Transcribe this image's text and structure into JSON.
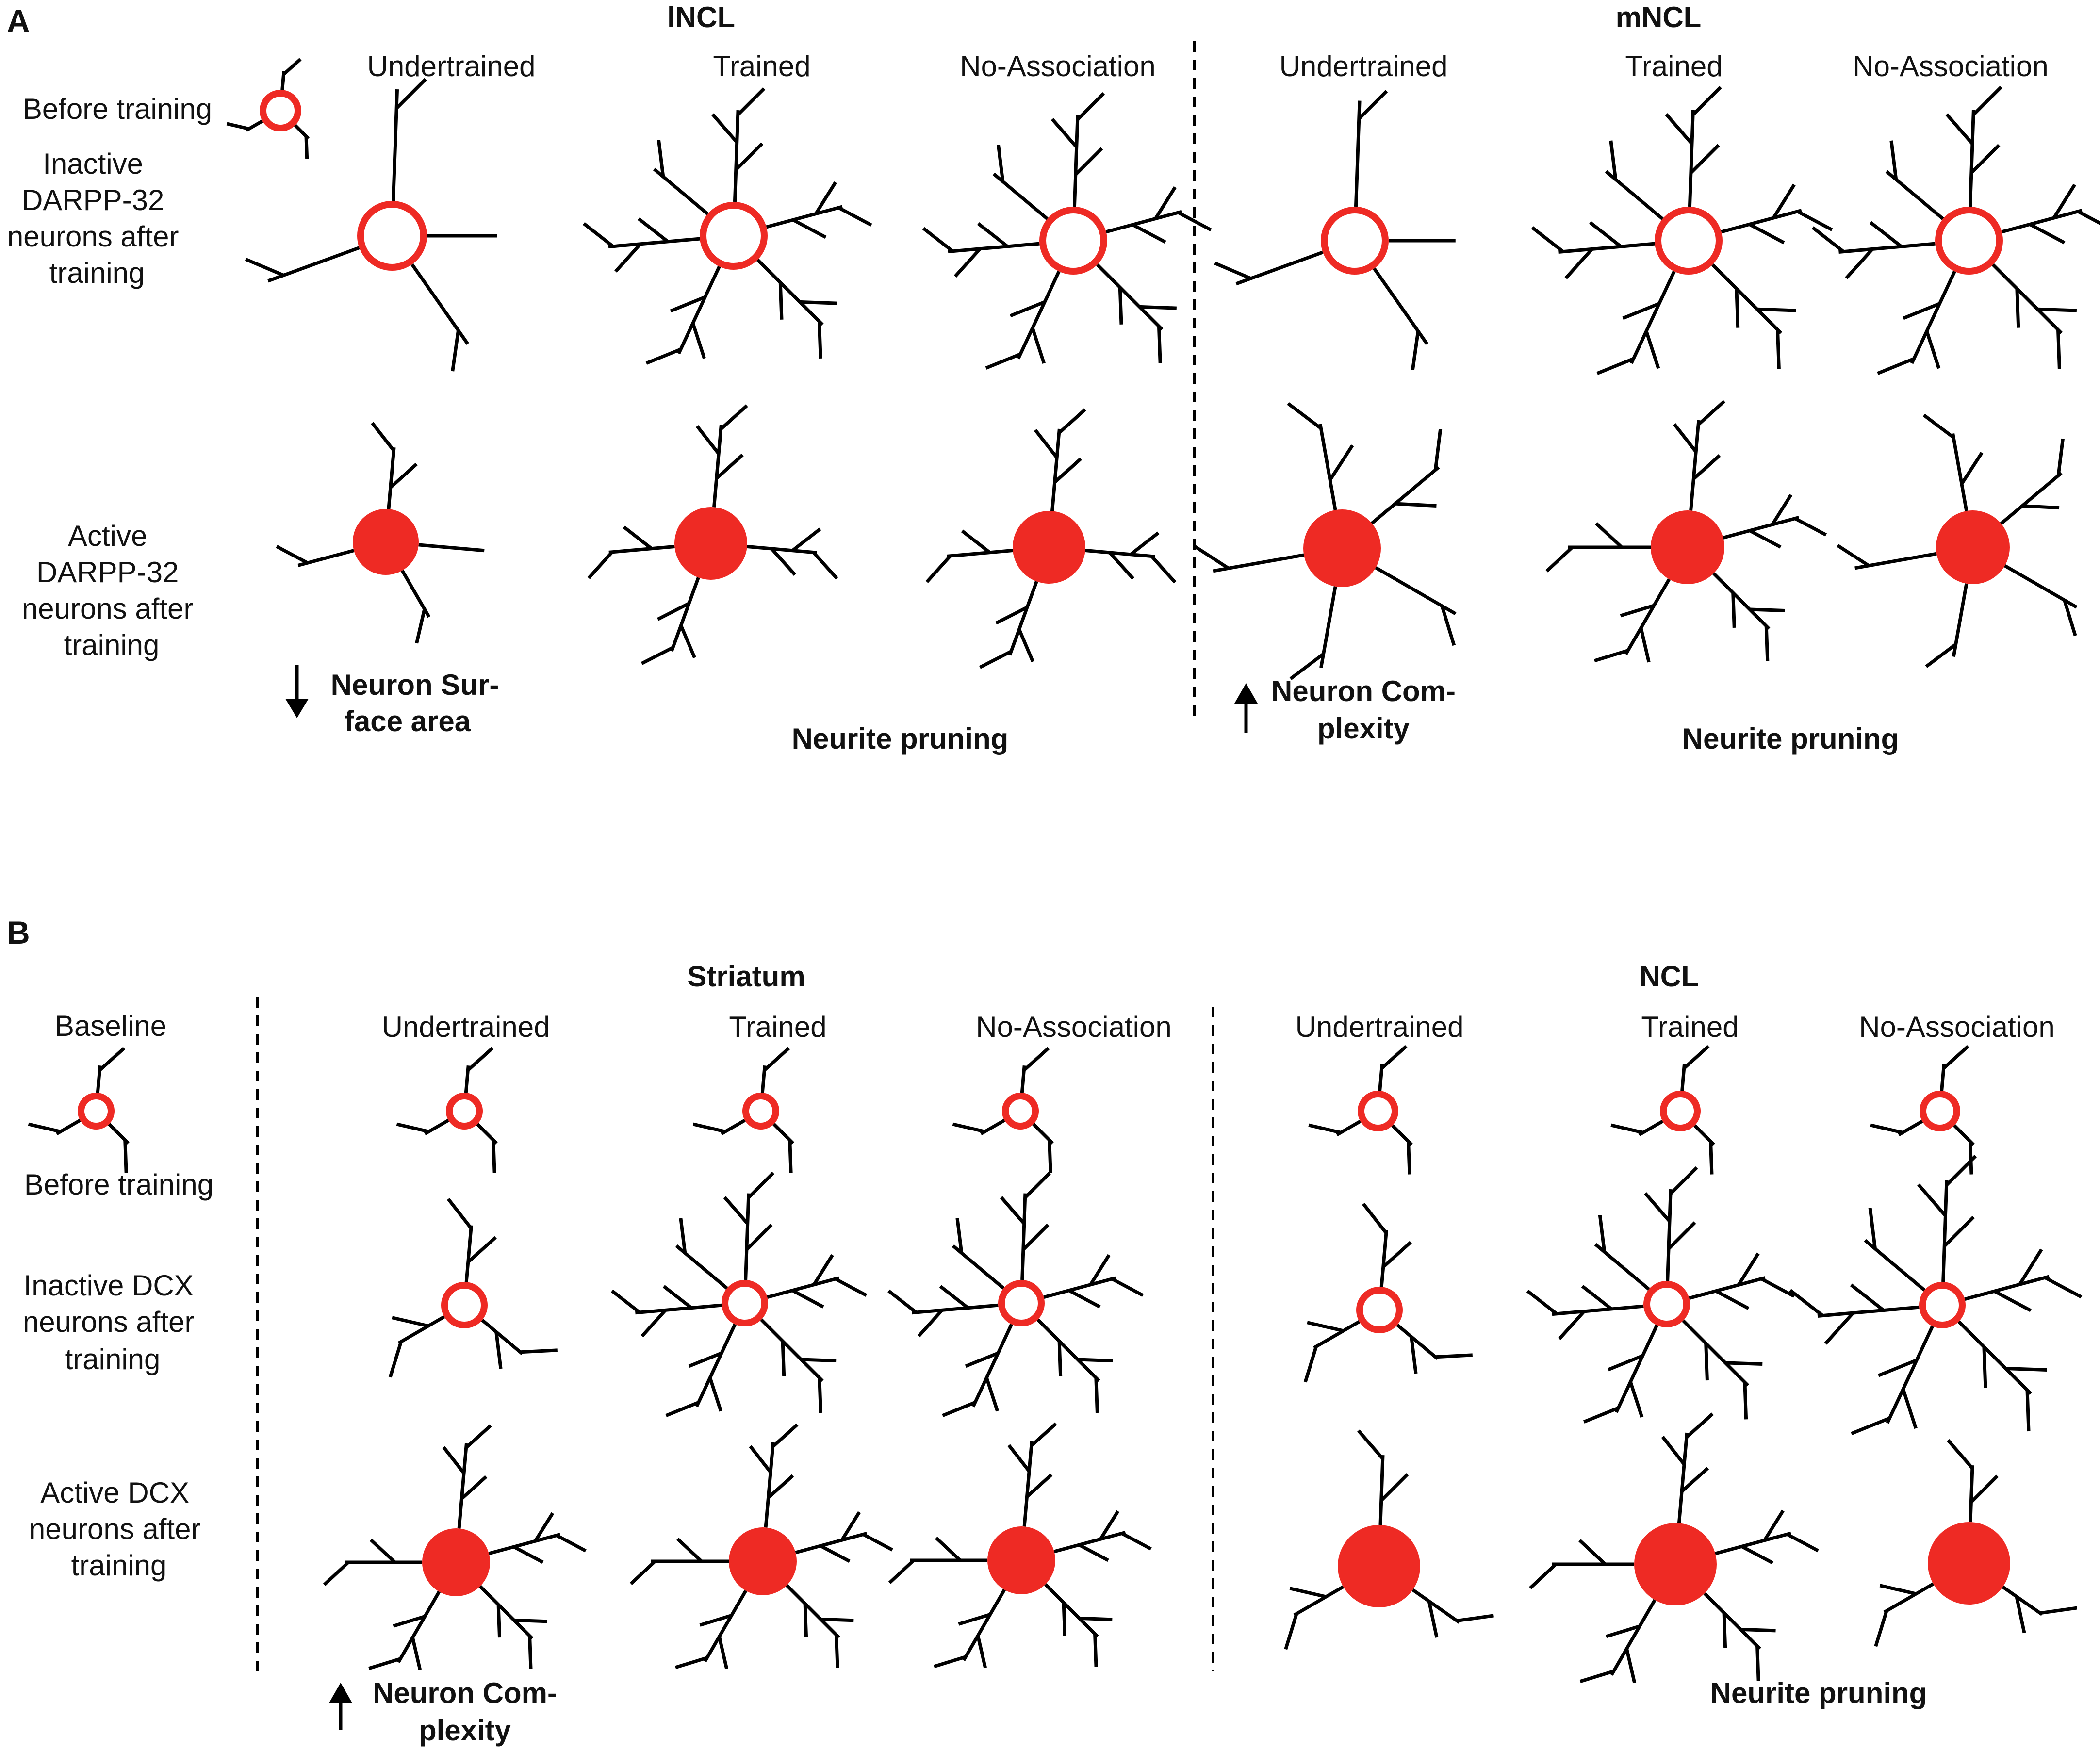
{
  "colors": {
    "neuron_red": "#ee2a24",
    "neurite": "#000000",
    "divider": "#000000"
  },
  "panelA": {
    "letter": "A",
    "region1": "lNCL",
    "region2": "mNCL",
    "col_labels": {
      "c1": "Undertrained",
      "c2": "Trained",
      "c3": "No-Association",
      "c4": "Undertrained",
      "c5": "Trained",
      "c6": "No-Association"
    },
    "legend_before": "Before training",
    "row_inactive": [
      "Inactive",
      "DARPP-32",
      "neurons after",
      "training"
    ],
    "row_active": [
      "Active",
      "DARPP-32",
      "neurons after",
      "training"
    ],
    "note1": {
      "line1": "Neuron Sur-",
      "line2": "face area",
      "arrow": "down"
    },
    "note2": "Neurite pruning",
    "note3": {
      "line1": "Neuron Com-",
      "line2": "plexity",
      "arrow": "up"
    },
    "note4": "Neurite pruning"
  },
  "panelB": {
    "letter": "B",
    "region1": "Striatum",
    "region2": "NCL",
    "baseline": "Baseline",
    "before": "Before training",
    "col_labels": {
      "c1": "Undertrained",
      "c2": "Trained",
      "c3": "No-Association",
      "c4": "Undertrained",
      "c5": "Trained",
      "c6": "No-Association"
    },
    "row_inactive": [
      "Inactive DCX",
      "neurons after",
      "training"
    ],
    "row_active": [
      "Active DCX",
      "neurons after",
      "training"
    ],
    "note1": {
      "line1": "Neuron Com-",
      "line2": "plexity",
      "arrow": "up"
    },
    "note2": "Neurite pruning"
  }
}
